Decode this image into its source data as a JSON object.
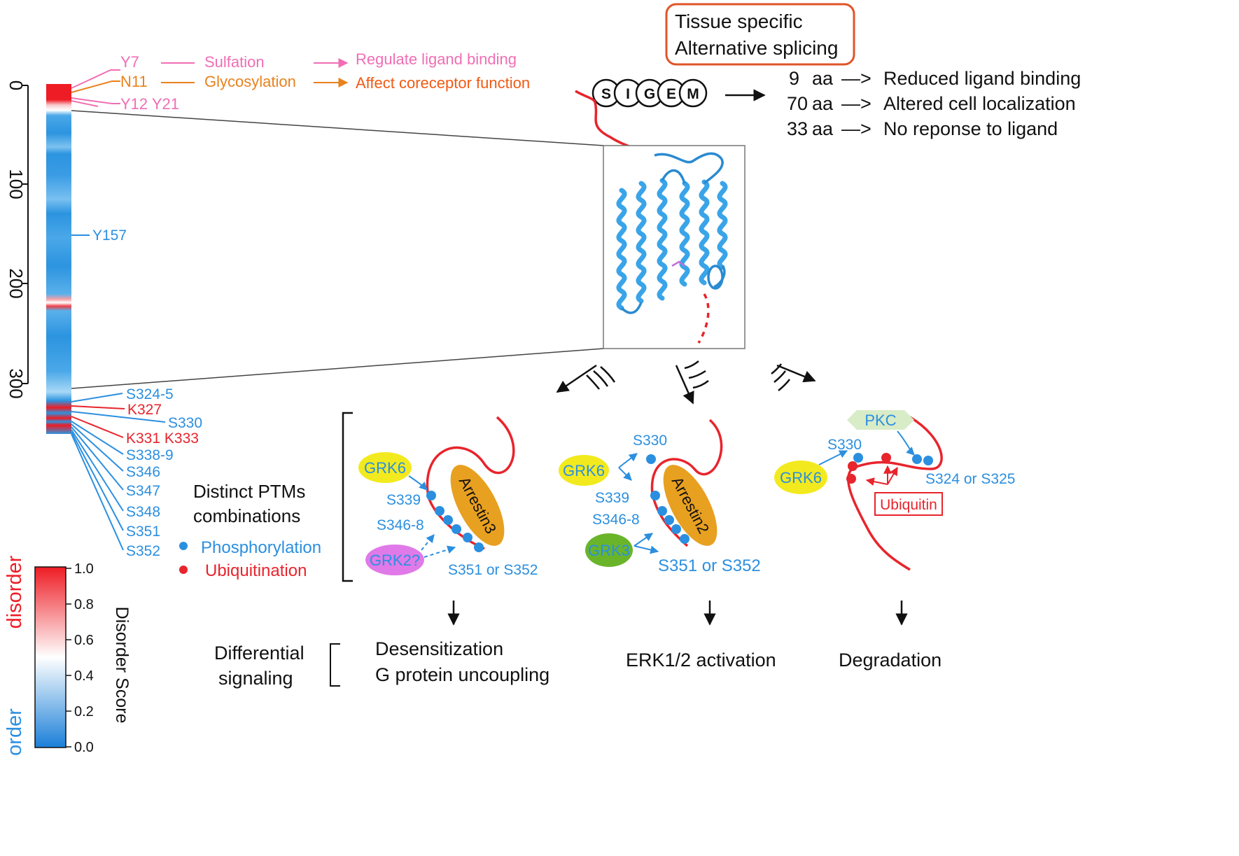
{
  "colors": {
    "pink": "#f06eb4",
    "orange": "#e8821e",
    "orange_dark": "#f05a14",
    "blue": "#2b8fe0",
    "red": "#e8242c",
    "black": "#111111",
    "box_border": "#e05528",
    "grk_yellow": "#f2ea1e",
    "grk2_pink": "#e07ae8",
    "grk3_green": "#6ab42a",
    "arrestin": "#e8a020",
    "pkc": "#d8ecc8",
    "helix": "#3aa4e8"
  },
  "axis": {
    "ticks": [
      "0",
      "100",
      "200",
      "300"
    ]
  },
  "n_terminal": {
    "y7": "Y7",
    "n11": "N11",
    "y12y21": "Y12 Y21",
    "sulfation": "Sulfation",
    "glycosylation": "Glycosylation",
    "sulfation_effect": "Regulate ligand binding",
    "glycosylation_effect": "Affect coreceptor function"
  },
  "y157": "Y157",
  "c_terminal": {
    "labels": [
      "S324-5",
      "K327",
      "S330",
      "K331 K333",
      "S338-9",
      "S346",
      "S347",
      "S348",
      "S351",
      "S352"
    ]
  },
  "splicing": {
    "box_line1": "Tissue specific",
    "box_line2": "Alternative splicing",
    "sigem": [
      "S",
      "I",
      "G",
      "E",
      "M"
    ],
    "rows": [
      {
        "aa": "9",
        "unit": "aa",
        "arrow": "—>",
        "effect": "Reduced ligand binding"
      },
      {
        "aa": "70",
        "unit": "aa",
        "arrow": "—>",
        "effect": "Altered cell localization"
      },
      {
        "aa": "33",
        "unit": "aa",
        "arrow": "—>",
        "effect": "No reponse to ligand"
      }
    ]
  },
  "ptm_legend": {
    "title_line1": "Distinct PTMs",
    "title_line2": "combinations",
    "phos": "Phosphorylation",
    "ubiq": "Ubiquitination"
  },
  "panel1": {
    "grk6": "GRK6",
    "s339": "S339",
    "s346_8": "S346-8",
    "grk2": "GRK2?",
    "arrestin": "Arrestin3",
    "s351_352": "S351 or S352",
    "outcome_line1": "Desensitization",
    "outcome_line2": "G protein uncoupling"
  },
  "panel2": {
    "s330": "S330",
    "grk6": "GRK6",
    "s339": "S339",
    "s346_8": "S346-8",
    "grk3": "GRK3",
    "arrestin": "Arrestin2",
    "s351_352": "S351 or S352",
    "outcome": "ERK1/2 activation"
  },
  "panel3": {
    "pkc": "PKC",
    "s330": "S330",
    "grk6": "GRK6",
    "s324_325": "S324 or S325",
    "ubiquitin": "Ubiquitin",
    "outcome": "Degradation"
  },
  "signaling": {
    "line1": "Differential",
    "line2": "signaling"
  },
  "colorbar": {
    "ticks": [
      "1.0",
      "0.8",
      "0.6",
      "0.4",
      "0.2",
      "0.0"
    ],
    "title": "Disorder Score",
    "disorder": "disorder",
    "order": "order"
  }
}
